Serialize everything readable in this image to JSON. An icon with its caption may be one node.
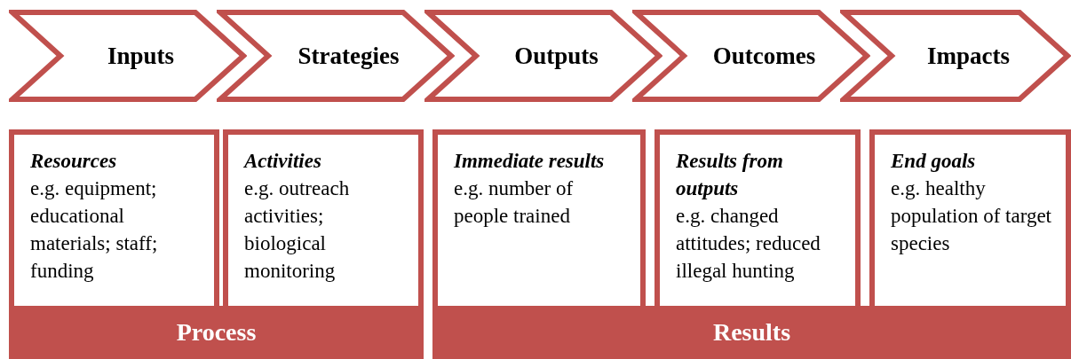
{
  "diagram": {
    "nodes": [
      {
        "text": [
          "Inputs"
        ]
      },
      {
        "text": [
          "Strategies"
        ]
      },
      {
        "text": [
          "Outputs"
        ]
      },
      {
        "text": [
          "Outcomes"
        ]
      },
      {
        "text": [
          "Impacts"
        ]
      },
      {
        "text": [
          "Resources",
          "e.g. equipment; educational materials; staff; funding"
        ]
      },
      {
        "text": [
          "Activities",
          "e.g. outreach activities; biological monitoring"
        ]
      },
      {
        "text": [
          "Immediate results",
          "e.g. number of people trained"
        ]
      },
      {
        "text": [
          "Results from outputs",
          "e.g. changed attitudes; reduced illegal hunting"
        ]
      },
      {
        "text": [
          "End goals",
          "e.g. healthy population of target species"
        ]
      },
      {
        "text": [
          "Process"
        ]
      },
      {
        "text": [
          "Results"
        ]
      }
    ]
  }
}
